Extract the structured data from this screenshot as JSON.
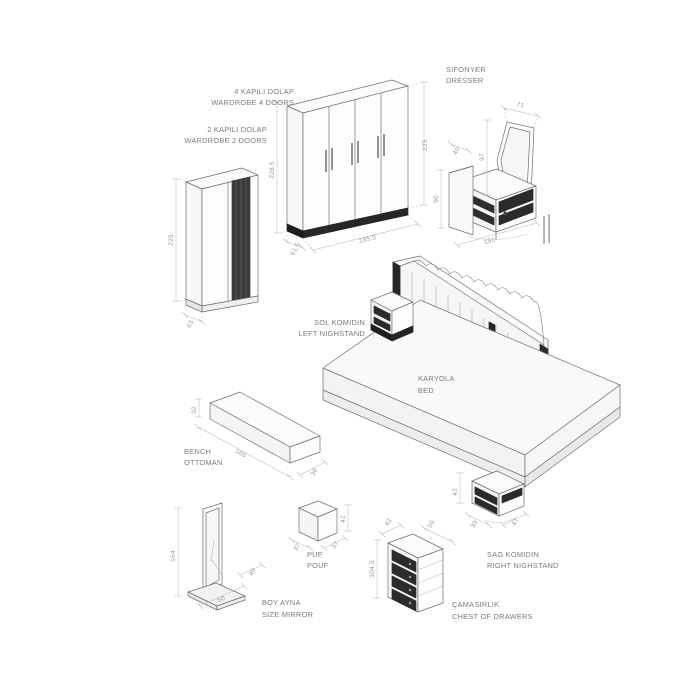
{
  "sheet": {
    "background": "#ffffff",
    "line_color": "#6f6f6f",
    "label_color": "#7a7a7a",
    "dim_color": "#9a9a9a",
    "accent_dark": "#2a2a2a"
  },
  "items": [
    {
      "id": "wardrobe-4-doors",
      "label_tr": "4 KAPILI DOLAP",
      "label_en": "WARDROBE 4 DOORS",
      "dims": [
        {
          "value": "228.5",
          "axis": "height-left"
        },
        {
          "value": "225",
          "axis": "height-right"
        },
        {
          "value": "185.5",
          "axis": "width"
        },
        {
          "value": "61.5",
          "axis": "depth"
        }
      ]
    },
    {
      "id": "wardrobe-2-doors",
      "label_tr": "2 KAPILI DOLAP",
      "label_en": "WARDROBE 2 DOORS",
      "dims": [
        {
          "value": "225",
          "axis": "height"
        },
        {
          "value": "63",
          "axis": "depth"
        }
      ]
    },
    {
      "id": "dresser",
      "label_tr": "SIFONYER",
      "label_en": "DRESSER",
      "dims": [
        {
          "value": "71",
          "axis": "mirror-width"
        },
        {
          "value": "97",
          "axis": "mirror-height"
        },
        {
          "value": "40",
          "axis": "depth"
        },
        {
          "value": "90",
          "axis": "height"
        },
        {
          "value": "150",
          "axis": "width"
        }
      ]
    },
    {
      "id": "left-nightstand",
      "label_tr": "SOL KOMIDIN",
      "label_en": "LEFT NIGHSTAND",
      "dims": []
    },
    {
      "id": "bed",
      "label_tr": "KARYOLA",
      "label_en": "BED",
      "dims": []
    },
    {
      "id": "right-nightstand",
      "label_tr": "SAG KOMIDIN",
      "label_en": "RIGHT NIGHSTAND",
      "dims": [
        {
          "value": "42",
          "axis": "height"
        },
        {
          "value": "39",
          "axis": "depth"
        },
        {
          "value": "47",
          "axis": "width"
        }
      ]
    },
    {
      "id": "bench-ottoman",
      "label_tr": "BENCH",
      "label_en": "OTTOMAN",
      "dims": [
        {
          "value": "32",
          "axis": "height"
        },
        {
          "value": "166",
          "axis": "length"
        },
        {
          "value": "36",
          "axis": "depth"
        }
      ]
    },
    {
      "id": "size-mirror",
      "label_tr": "BOY AYNA",
      "label_en": "SIZE MIRROR",
      "dims": [
        {
          "value": "164",
          "axis": "height"
        },
        {
          "value": "40",
          "axis": "depth"
        },
        {
          "value": "50",
          "axis": "width"
        }
      ]
    },
    {
      "id": "pouf",
      "label_tr": "PUF",
      "label_en": "POUF",
      "dims": [
        {
          "value": "42",
          "axis": "height"
        },
        {
          "value": "37",
          "axis": "depth"
        },
        {
          "value": "37",
          "axis": "width"
        }
      ]
    },
    {
      "id": "chest-of-drawers",
      "label_tr": "ÇAMASIRLIK",
      "label_en": "CHEST OF DRAWERS",
      "dims": [
        {
          "value": "104.5",
          "axis": "height"
        },
        {
          "value": "42",
          "axis": "depth"
        },
        {
          "value": "59",
          "axis": "width"
        }
      ]
    }
  ]
}
